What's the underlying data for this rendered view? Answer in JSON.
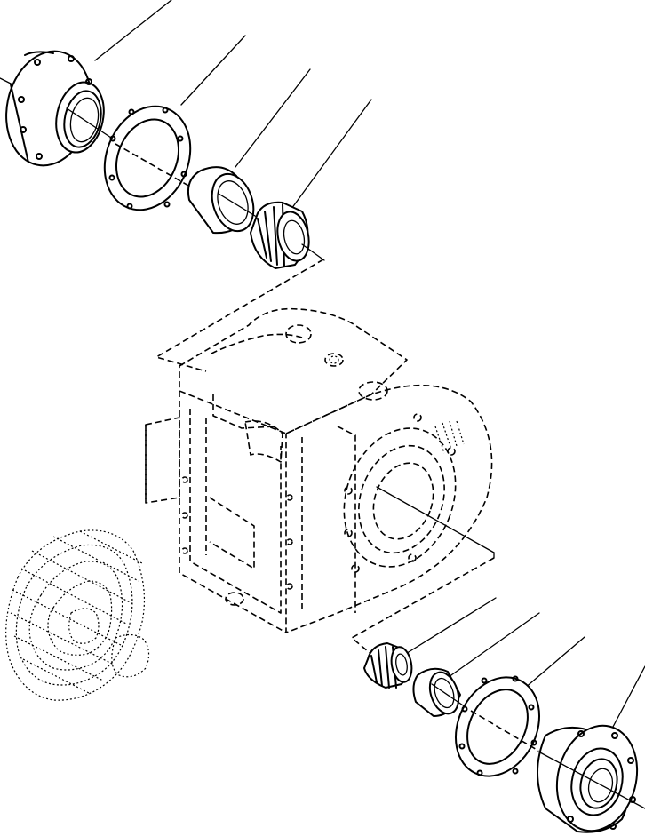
{
  "figure": {
    "kind": "exploded-parts-diagram",
    "labels": []
  },
  "colors": {
    "ink": "#000000",
    "paper": "#ffffff"
  },
  "parts": [
    {
      "id": "upper-flange-housing"
    },
    {
      "id": "upper-shim"
    },
    {
      "id": "upper-bearing-cup"
    },
    {
      "id": "upper-bearing-cone"
    },
    {
      "id": "differential-carrier-housing"
    },
    {
      "id": "differential-assembly"
    },
    {
      "id": "lower-bearing-cone"
    },
    {
      "id": "lower-bearing-cup"
    },
    {
      "id": "lower-shim"
    },
    {
      "id": "lower-flange-housing"
    }
  ]
}
